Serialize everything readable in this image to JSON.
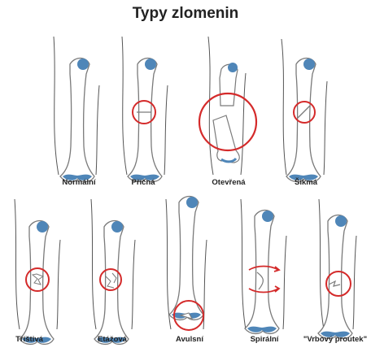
{
  "title": "Typy zlomenin",
  "colors": {
    "bone_outline": "#7a7a7a",
    "joint": "#4f86b8",
    "marker": "#d42a2a",
    "limb": "#555555"
  },
  "fractures": [
    {
      "id": "normal",
      "label": "Normální"
    },
    {
      "id": "transverse",
      "label": "Příčná"
    },
    {
      "id": "open",
      "label": "Otevřená"
    },
    {
      "id": "oblique",
      "label": "Šikmá"
    },
    {
      "id": "comminuted",
      "label": "Tříštivá"
    },
    {
      "id": "segmental",
      "label": "Etážová"
    },
    {
      "id": "avulsion",
      "label": "Avulsní"
    },
    {
      "id": "spiral",
      "label": "Spirální"
    },
    {
      "id": "greenstick",
      "label": "\"Vrbový proutek\""
    }
  ]
}
